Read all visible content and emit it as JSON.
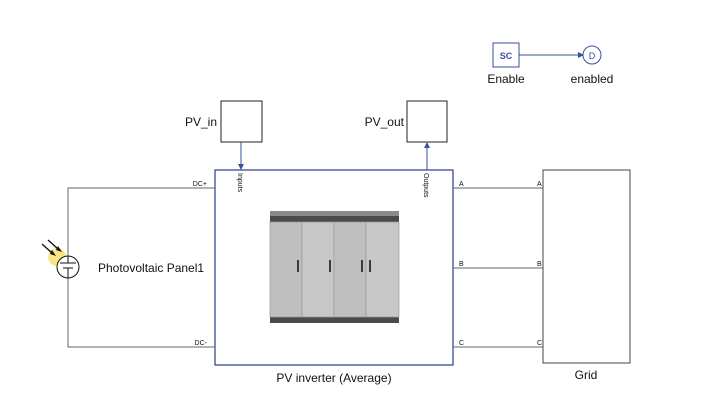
{
  "scope_block": {
    "label": "SC",
    "caption": "Enable"
  },
  "display_block": {
    "label": "D",
    "caption": "enabled"
  },
  "pv_in": {
    "label": "PV_in"
  },
  "pv_out": {
    "label": "PV_out"
  },
  "inverter": {
    "caption": "PV inverter (Average)",
    "port_dc_plus": "DC+",
    "port_dc_minus": "DC-",
    "port_inputs": "Inputs",
    "port_outputs": "Outputs",
    "port_a": "A",
    "port_b": "B",
    "port_c": "C"
  },
  "pv_panel": {
    "caption": "Photovoltaic Panel1"
  },
  "grid": {
    "caption": "Grid",
    "port_a": "A",
    "port_b": "B",
    "port_c": "C"
  },
  "colors": {
    "signal": "#3a4fa0",
    "inverter_border": "#2d3a8c",
    "cabinet": "#c9c9c9",
    "cabinet_dark": "#4a4a4a",
    "sun_glow": "#f5d020"
  }
}
